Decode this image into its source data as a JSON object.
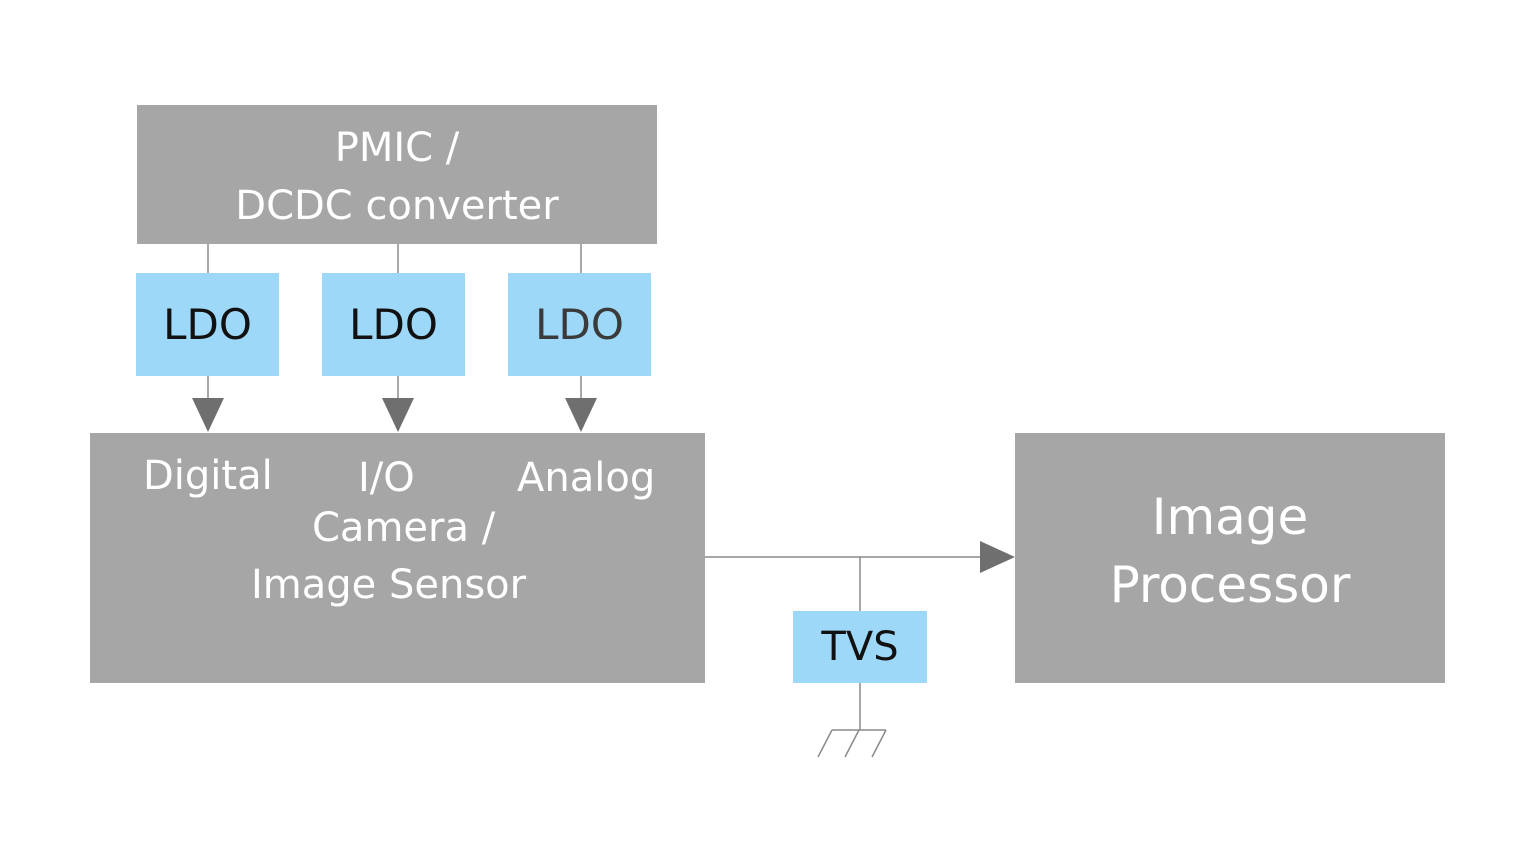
{
  "pmic": {
    "line1": "PMIC /",
    "line2": "DCDC converter"
  },
  "ldos": [
    {
      "label": "LDO"
    },
    {
      "label": "LDO"
    },
    {
      "label": "LDO"
    }
  ],
  "camera": {
    "rail_digital": "Digital",
    "rail_io": "I/O",
    "rail_analog": "Analog",
    "line1": "Camera /",
    "line2": "Image Sensor"
  },
  "tvs": {
    "label": "TVS"
  },
  "processor": {
    "line1": "Image",
    "line2": "Processor"
  },
  "colors": {
    "block_gray": "#a6a6a6",
    "ldo_blue": "#9dd8f8",
    "wire": "#707070"
  }
}
